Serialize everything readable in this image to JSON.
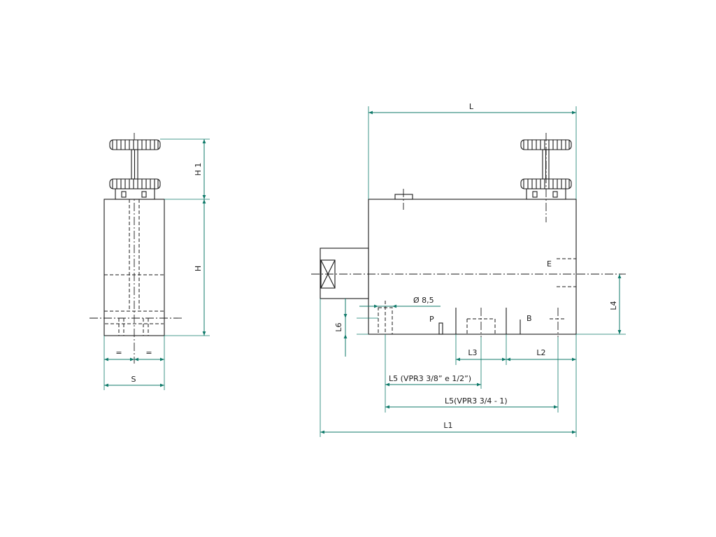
{
  "colors": {
    "dimension": "#0f7a6a",
    "object": "#1a1a1a",
    "background": "#ffffff"
  },
  "side_view": {
    "dims": {
      "h1": "H 1",
      "h": "H",
      "equal_left": "=",
      "equal_right": "=",
      "s": "S"
    }
  },
  "front_view": {
    "dims": {
      "l": "L",
      "l1": "L1",
      "l2": "L2",
      "l3": "L3",
      "l4": "L4",
      "l5_small": "L5 (VPR3 3/8” e 1/2”)",
      "l5_large": "L5(VPR3 3/4 - 1)",
      "l6": "L6",
      "hole_diameter": "Ø 8,5"
    },
    "ports": {
      "e": "E",
      "p": "P",
      "b": "B"
    }
  }
}
